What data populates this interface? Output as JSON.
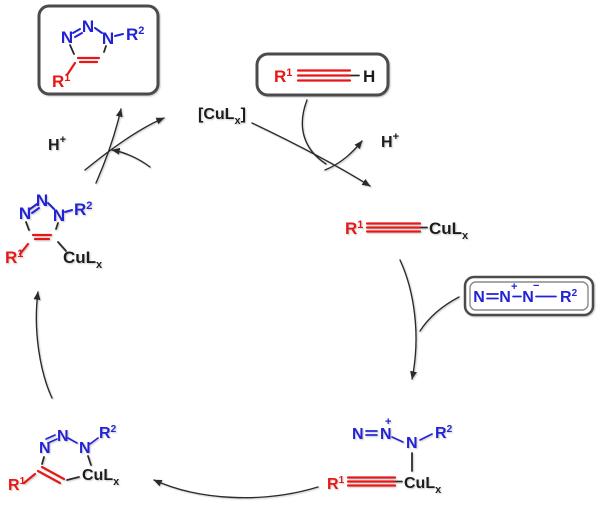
{
  "diagram_type": "catalytic-cycle-reaction-mechanism",
  "colors": {
    "nitrogen_blue": "#2323d6",
    "carbon_red": "#e81616",
    "bond_dark": "#2b2b2b",
    "box_border": "#4b4b4b",
    "arrow": "#2a2a2a",
    "background": "#ffffff"
  },
  "labels": {
    "N": "N",
    "H": "H",
    "plus": "+",
    "minus": "−",
    "Hplus": {
      "base": "H",
      "sup": "+"
    },
    "R1": {
      "base": "R",
      "sup": "1"
    },
    "R2": {
      "base": "R",
      "sup": "2"
    },
    "CuL": {
      "base": "CuL",
      "sub": "x"
    },
    "catalyst": {
      "prefix": "[CuL",
      "sub": "x",
      "suffix": "]"
    }
  }
}
